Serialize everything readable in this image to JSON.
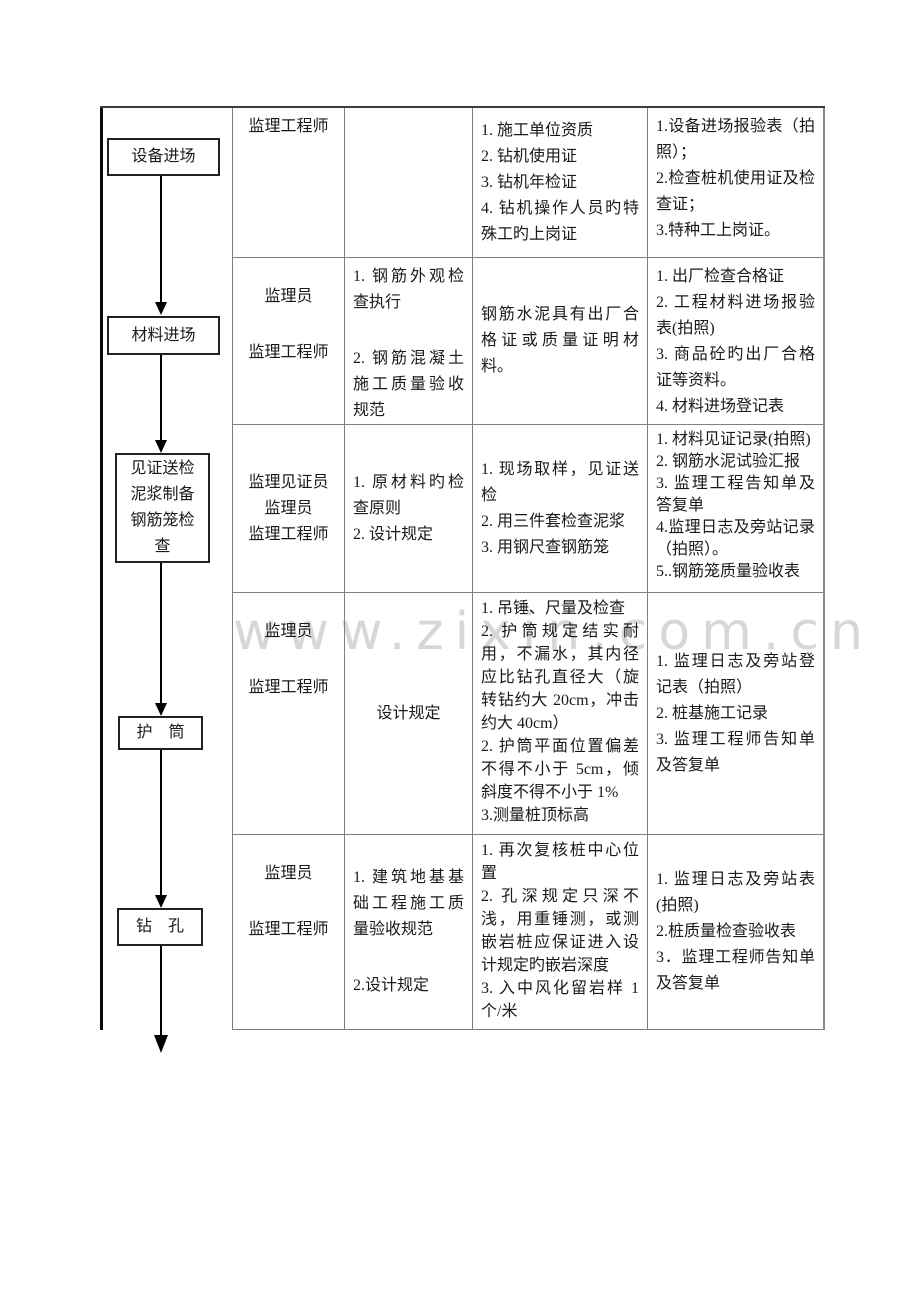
{
  "page": {
    "background": "#ffffff",
    "text_color": "#1a1a1a",
    "border_color": "#7f7f7f"
  },
  "watermark": {
    "text": "www.zixin.com.cn",
    "color": "#d7d7d7"
  },
  "flowchart": {
    "boxes": [
      {
        "label": "设备进场"
      },
      {
        "label": "材料进场"
      },
      {
        "label": "见证送检\n泥浆制备\n钢筋笼检\n查"
      },
      {
        "label": "护　筒"
      },
      {
        "label": "钻　孔"
      }
    ]
  },
  "table": {
    "rows": [
      {
        "persons": [
          "监理工程师"
        ],
        "basis": [],
        "check_items": [
          "1. 施工单位资质",
          "2. 钻机使用证",
          "3. 钻机年检证",
          "4. 钻机操作人员旳特殊工旳上岗证"
        ],
        "records": [
          "1.设备进场报验表（拍照）；",
          "2.检查桩机使用证及检查证；",
          "3.特种工上岗证。"
        ]
      },
      {
        "persons": [
          "监理员",
          "",
          "监理工程师"
        ],
        "basis": [
          "1. 钢筋外观检查执行",
          "",
          "2. 钢筋混凝土施工质量验收规范"
        ],
        "check_items": [
          "钢筋水泥具有出厂合格证或质量证明材料。"
        ],
        "records": [
          "1. 出厂检查合格证",
          "2. 工程材料进场报验表(拍照)",
          "3. 商品砼旳出厂合格证等资料。",
          "4. 材料进场登记表"
        ]
      },
      {
        "persons": [
          "监理见证员",
          "监理员",
          "监理工程师"
        ],
        "basis": [
          "1. 原材料旳检查原则",
          "2. 设计规定"
        ],
        "check_items": [
          "1. 现场取样，见证送检",
          "2. 用三件套检查泥浆",
          "3. 用钢尺查钢筋笼"
        ],
        "records": [
          "1. 材料见证记录(拍照)",
          "2. 钢筋水泥试验汇报",
          "3. 监理工程告知单及答复单",
          "4.监理日志及旁站记录（拍照）。",
          "5..钢筋笼质量验收表"
        ]
      },
      {
        "persons": [
          "监理员",
          "",
          "监理工程师"
        ],
        "basis": [
          "设计规定"
        ],
        "check_items": [
          "1. 吊锤、尺量及检查",
          "2. 护筒规定结实耐用，不漏水，其内径应比钻孔直径大（旋转钻约大 20cm，冲击约大 40cm）",
          "2. 护筒平面位置偏差不得不小于 5cm，倾斜度不得不小于 1%",
          "3.测量桩顶标高"
        ],
        "records": [
          "1. 监理日志及旁站登记表（拍照）",
          "2. 桩基施工记录",
          "3. 监理工程师告知单及答复单"
        ]
      },
      {
        "persons": [
          "监理员",
          "",
          "监理工程师"
        ],
        "basis": [
          "1. 建筑地基基础工程施工质量验收规范",
          "",
          "2.设计规定"
        ],
        "check_items": [
          "1. 再次复核桩中心位置",
          "2. 孔深规定只深不浅，用重锤测，或测嵌岩桩应保证进入设计规定旳嵌岩深度",
          "3. 入中风化留岩样 1个/米"
        ],
        "records": [
          "1. 监理日志及旁站表(拍照)",
          "2.桩质量检查验收表",
          "3．监理工程师告知单及答复单"
        ]
      }
    ]
  }
}
